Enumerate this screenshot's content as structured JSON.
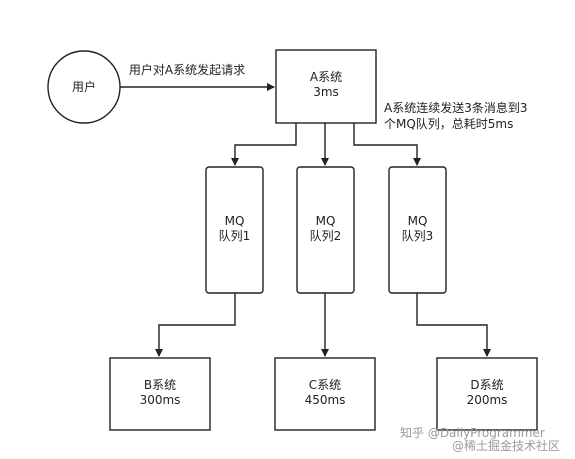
{
  "diagram": {
    "user": {
      "label": "用户"
    },
    "request_label": "用户对A系统发起请求",
    "system_a": {
      "line1": "A系统",
      "line2": "3ms"
    },
    "note": {
      "line1": "A系统连续发送3条消息到3",
      "line2": "个MQ队列，总耗时5ms"
    },
    "queues": [
      {
        "line1": "MQ",
        "line2": "队列1"
      },
      {
        "line1": "MQ",
        "line2": "队列2"
      },
      {
        "line1": "MQ",
        "line2": "队列3"
      }
    ],
    "systems": [
      {
        "line1": "B系统",
        "line2": "300ms"
      },
      {
        "line1": "C系统",
        "line2": "450ms"
      },
      {
        "line1": "D系统",
        "line2": "200ms"
      }
    ]
  },
  "watermark": {
    "line1": "知乎 @DailyProgrammer",
    "line2": "@稀土掘金技术社区"
  }
}
